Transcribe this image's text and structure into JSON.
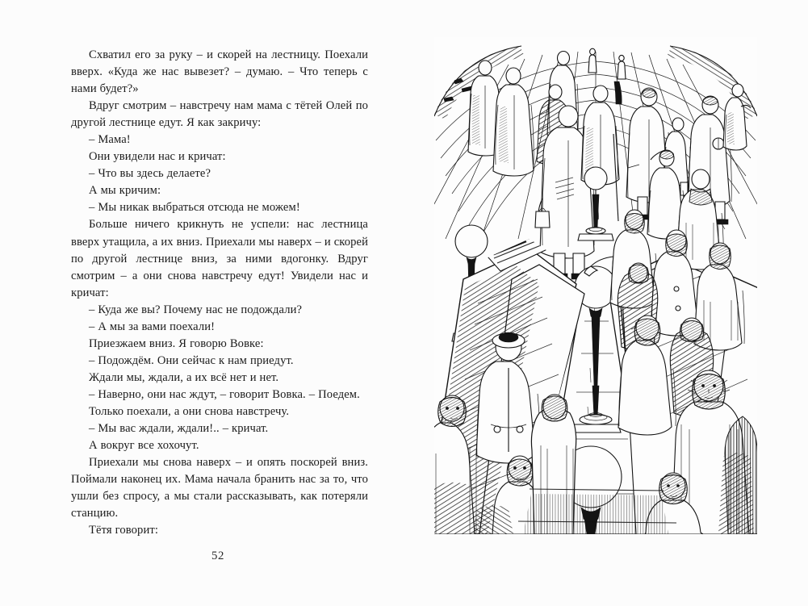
{
  "document": {
    "type": "printed-book-page",
    "language": "ru",
    "page_number": "52",
    "background_color": "#fcfcfc",
    "ink_color": "#151515"
  },
  "body_text": {
    "paragraphs": [
      {
        "style": "indent",
        "text": "Схватил его за руку – и скорей на лестницу. Поехали вверх. «Куда же нас вывезет? – думаю. – Что теперь с нами будет?»"
      },
      {
        "style": "indent",
        "text": "Вдруг смотрим – навстречу нам мама с тётей Олей по другой лестнице едут. Я как закричу:"
      },
      {
        "style": "dialogue",
        "text": "– Мама!"
      },
      {
        "style": "indent",
        "text": "Они увидели нас и кричат:"
      },
      {
        "style": "dialogue",
        "text": "– Что вы здесь делаете?"
      },
      {
        "style": "indent",
        "text": "А мы кричим:"
      },
      {
        "style": "dialogue",
        "text": "– Мы никак выбраться отсюда не можем!"
      },
      {
        "style": "indent",
        "text": "Больше ничего крикнуть не успели: нас лестница вверх утащила, а их вниз. Приехали мы наверх – и скорей по другой лестнице вниз, за ними вдогонку. Вдруг смотрим – а они снова навстречу едут! Увидели нас и кричат:"
      },
      {
        "style": "dialogue",
        "text": "– Куда же вы? Почему нас не подождали?"
      },
      {
        "style": "dialogue",
        "text": "– А мы за вами поехали!"
      },
      {
        "style": "indent",
        "text": "Приезжаем вниз. Я говорю Вовке:"
      },
      {
        "style": "dialogue",
        "text": "– Подождём. Они сейчас к нам приедут."
      },
      {
        "style": "indent",
        "text": "Ждали мы, ждали, а их всё нет и нет."
      },
      {
        "style": "dialogue",
        "text": "– Наверно, они нас ждут, – говорит Вовка. – Поедем."
      },
      {
        "style": "indent",
        "text": "Только поехали, а они снова навстречу."
      },
      {
        "style": "dialogue",
        "text": "– Мы вас ждали, ждали!.. – кричат."
      },
      {
        "style": "indent",
        "text": "А вокруг все хохочут."
      },
      {
        "style": "indent",
        "text": "Приехали мы снова наверх – и опять поскорей вниз. Поймали наконец их. Мама начала бранить нас за то, что ушли без спросу, а мы стали рассказывать, как потеряли станцию."
      },
      {
        "style": "indent",
        "text": "Тётя говорит:"
      }
    ]
  },
  "illustration": {
    "caption": "",
    "description": "Pen-and-ink drawing of a metro escalator hall: a vaulted tiled ceiling recedes in perspective, people walk along the upper landing, two escalators descend toward the viewer crowded with passengers, and tall lamp posts with round white globes line the central divider.",
    "technique": "pen-and-ink hatching",
    "palette": [
      "#fdfdfd",
      "#151515"
    ],
    "elements": [
      "vaulted-ceiling-grid",
      "upper-landing-walkers",
      "escalator-left",
      "escalator-right",
      "central-divider",
      "globe-lamp-far",
      "globe-lamp-mid",
      "globe-lamp-near",
      "globe-lamp-left",
      "crowd-right",
      "crowd-left"
    ],
    "figure_count_estimate": 28,
    "lamp_count": 4
  }
}
